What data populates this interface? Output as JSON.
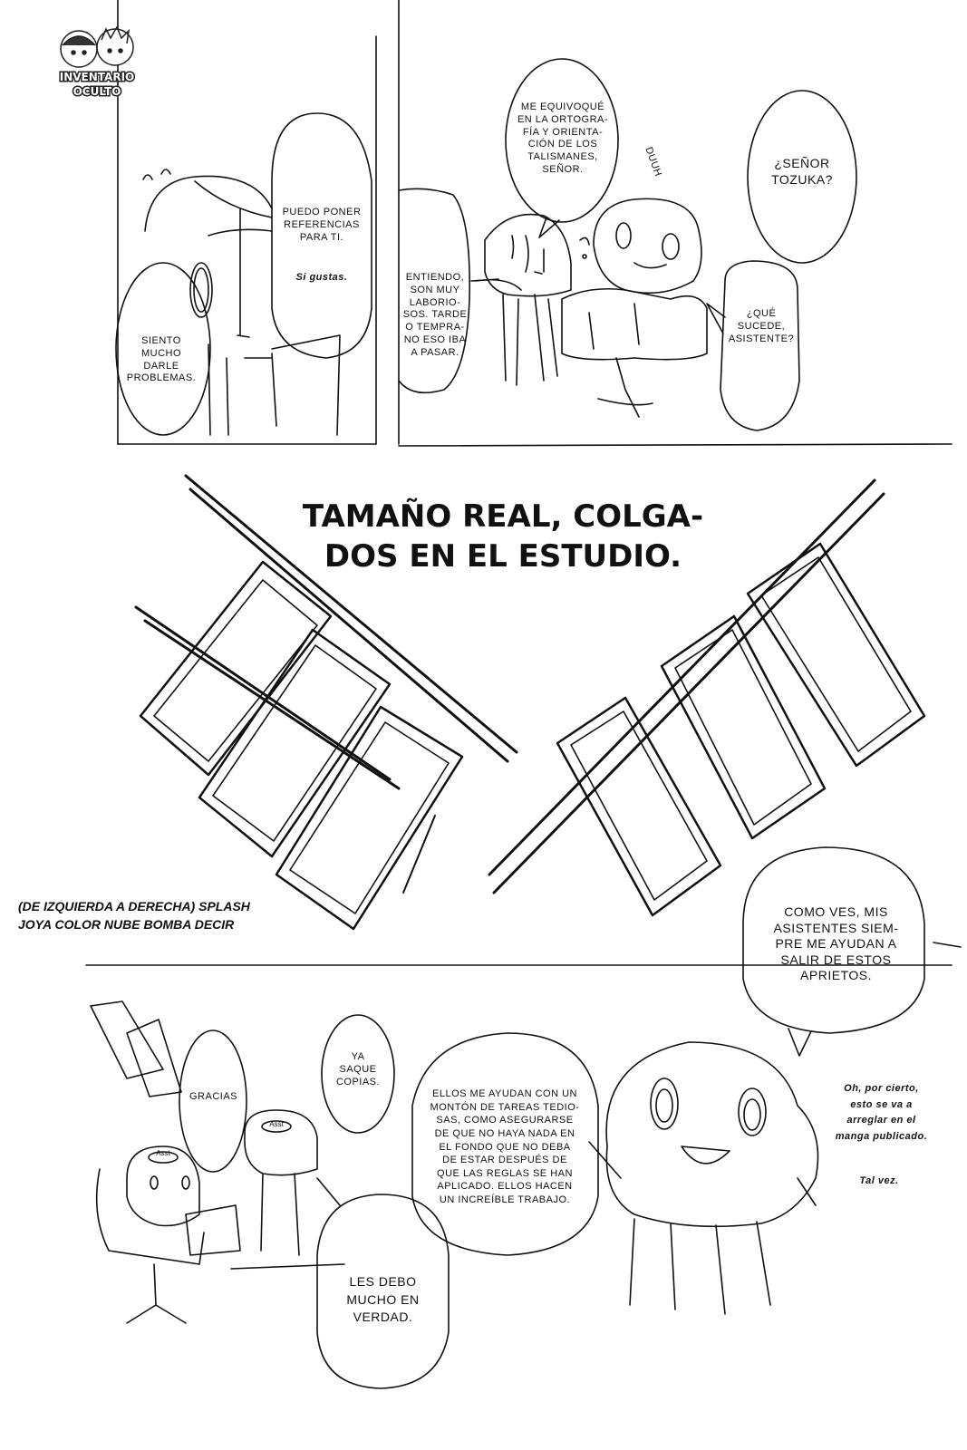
{
  "logo": {
    "line1": "INVENTARIO",
    "line2": "OCULTO"
  },
  "panel1": {
    "bubble_references": "PUEDO PONER\nREFERENCIAS\nPARA TI.",
    "aside_if_you_want": "Si gustas.",
    "bubble_sorry": "SIENTO\nMUCHO\nDARLE\nPROBLEMAS."
  },
  "panel2": {
    "bubble_mistake": "ME EQUIVOQUÉ\nEN LA ORTOGRA-\nFÍA Y ORIENTA-\nCIÓN DE LOS\nTALISMANES,\nSEÑOR.",
    "sfx_duuh": "DUUH",
    "bubble_mr_tozuka": "¿SEÑOR\nTOZUKA?",
    "bubble_understand": "ENTIENDO,\nSON MUY\nLABORIO-\nSOS. TARDE\nO TEMPRA-\nNO ESO IBA\nA PASAR.",
    "bubble_what_happens": "¿QUÉ\nSUCEDE,\nASISTENTE?"
  },
  "panel3": {
    "title": "TAMAÑO REAL, COLGA-\nDOS EN EL ESTUDIO.",
    "caption": "(DE IZQUIERDA A DERECHA) SPLASH\nJOYA COLOR NUBE BOMBA DECIR",
    "bubble_as_you_see": "COMO VES, MIS\nASISTENTES SIEM-\nPRE ME AYUDAN A\nSALIR DE ESTOS\nAPRIETOS."
  },
  "panel4": {
    "bubble_thanks": "GRACIAS",
    "bubble_copies": "YA\nSAQUE\nCOPIAS.",
    "bubble_they_help": "ELLOS ME AYUDAN CON UN\nMONTÓN DE TAREAS TEDIO-\nSAS, COMO ASEGURARSE\nDE QUE NO HAYA NADA EN\nEL FONDO QUE NO DEBA\nDE ESTAR DESPUÉS DE\nQUE LAS REGLAS SE HAN\nAPLICADO. ELLOS HACEN\nUN INCREÍBLE TRABAJO.",
    "bubble_owe": "LES DEBO\nMUCHO EN\nVERDAD.",
    "side_note": "Oh, por cierto,\nesto se va a\narreglar en el\nmanga publicado.",
    "side_note_maybe": "Tal vez.",
    "badge_asst": "Asst"
  }
}
